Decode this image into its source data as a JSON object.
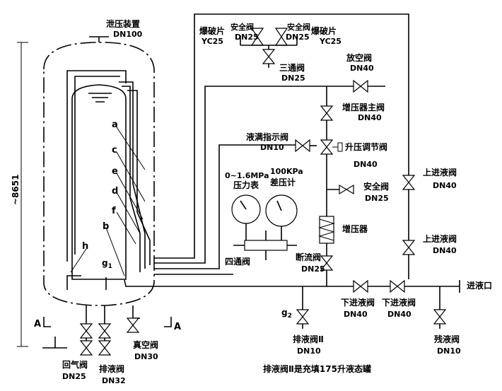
{
  "labels": {
    "relief_device": "泄压装置",
    "relief_dn": "DN100",
    "burst1": "爆破片",
    "burst1_code": "YC25",
    "safety1": "安全阀",
    "safety1_dn": "DN25",
    "safety2": "安全阀",
    "safety2_dn": "DN25",
    "burst2": "爆破片",
    "burst2_code": "YC25",
    "three_way": "三通阀",
    "three_way_dn": "DN25",
    "vent": "放空阀",
    "vent_dn": "DN40",
    "booster_main": "增压器主阀",
    "booster_main_dn": "DN40",
    "full_indicator": "液满指示阀",
    "full_indicator_dn": "DN10",
    "boost_reg": "升压调节阀",
    "boost_reg_dn": "DN40",
    "pg_range": "0~1.6MPa",
    "pg": "压力表",
    "dp_range": "100KPa",
    "dp": "差压计",
    "safety3": "安全阀",
    "safety3_dn": "DN25",
    "upper_inlet1": "上进液阀",
    "upper_inlet1_dn": "DN40",
    "upper_inlet2": "上进液阀",
    "upper_inlet2_dn": "DN40",
    "booster": "增压器",
    "four_way": "四通阀",
    "shutoff": "断流阀",
    "shutoff_dn": "DN25",
    "inlet": "进液口",
    "lower_inlet1": "下进液阀",
    "lower_inlet1_dn": "DN40",
    "lower_inlet2": "下进液阀",
    "lower_inlet2_dn": "DN40",
    "drain2": "排液阀Ⅱ",
    "drain2_dn": "DN10",
    "residual": "残液阀",
    "residual_dn": "DN10",
    "return_gas": "回气阀",
    "return_gas_dn": "DN25",
    "drain": "排液阀",
    "drain_dn": "DN32",
    "vacuum": "真空阀",
    "vacuum_dn": "DN30",
    "height": "~8651",
    "section_a1": "A",
    "section_a2": "A",
    "g1": "g",
    "g1_sub": "1",
    "g2": "g",
    "g2_sub": "2",
    "note": "排液阀Ⅱ是充填175升液态罐"
  },
  "pipe_letters": [
    "a",
    "c",
    "e",
    "d",
    "f",
    "b",
    "h"
  ]
}
